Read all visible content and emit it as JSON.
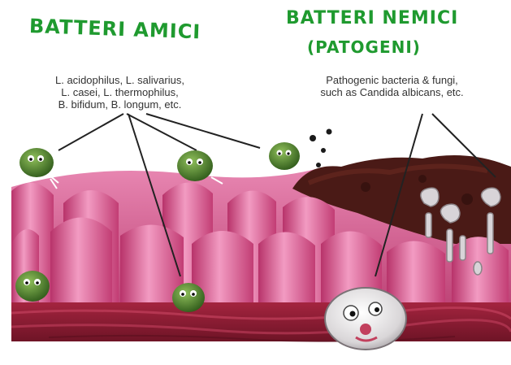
{
  "handwritten": {
    "left_title": "BATTERI AMICI",
    "right_title_line1": "BATTERI NEMICI",
    "right_title_line2": "(PATOGENI)"
  },
  "captions": {
    "good_bacteria": "L. acidophilus, L. salivarius,\nL. casei, L. thermophilus,\nB. bifidum, B. longum, etc.",
    "bad_bacteria": "Pathogenic bacteria & fungi,\nsuch as Candida albicans, etc."
  },
  "colors": {
    "handwriting": "#1f9a2f",
    "villi": "#d44f86",
    "tissue": "#8a1f36",
    "good_bacteria": "#4c7a2a",
    "biofilm": "#4a1a16"
  }
}
